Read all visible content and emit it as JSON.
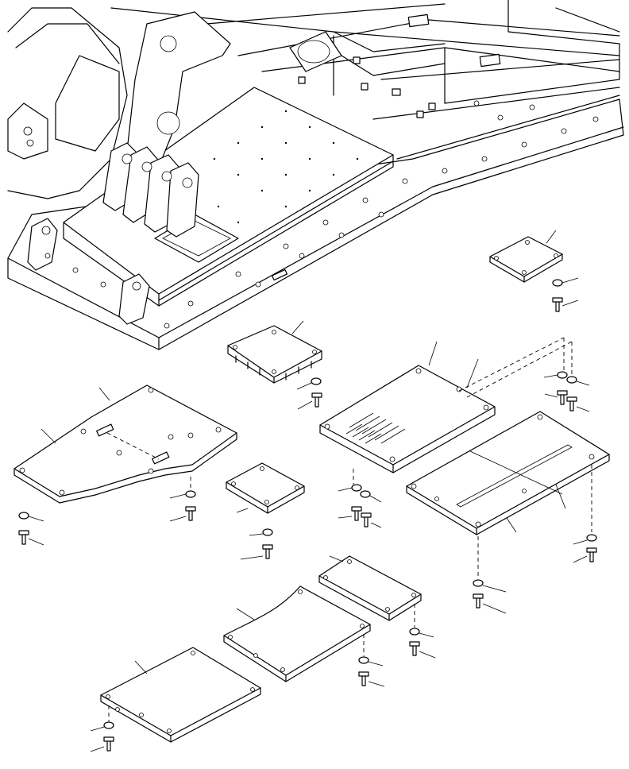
{
  "diagram": {
    "kind": "exploded-view parts drawing",
    "assemblies": [
      {
        "id": "frame",
        "label": ""
      },
      {
        "id": "cover-top-right",
        "label": ""
      },
      {
        "id": "cover-square-mid",
        "label": ""
      },
      {
        "id": "cover-large-left",
        "label": ""
      },
      {
        "id": "cover-vented-center",
        "label": ""
      },
      {
        "id": "cover-long-right",
        "label": ""
      },
      {
        "id": "cover-square-small",
        "label": ""
      },
      {
        "id": "cover-rect-lower",
        "label": ""
      },
      {
        "id": "cover-curved-lower",
        "label": ""
      },
      {
        "id": "cover-rect-bottom",
        "label": ""
      }
    ],
    "fasteners": [
      "bolt",
      "washer"
    ],
    "callout_labels": []
  }
}
